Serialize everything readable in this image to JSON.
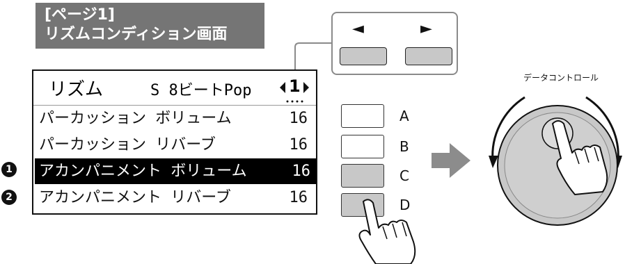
{
  "title": {
    "line1": "[ページ1]",
    "line2": "リズムコンディション画面"
  },
  "pager": {
    "left_glyph": "◄",
    "right_glyph": "►"
  },
  "lcd": {
    "header": {
      "label": "リズム",
      "rhythm_name": "S 8ビートPop",
      "page_number": "1"
    },
    "rows": [
      {
        "label": "パーカッション ボリューム",
        "value": "16",
        "selected": false
      },
      {
        "label": "パーカッション リバーブ",
        "value": "16",
        "selected": false
      },
      {
        "label": "アカンパニメント ボリューム",
        "value": "16",
        "selected": true
      },
      {
        "label": "アカンパニメント リバーブ",
        "value": "16",
        "selected": false
      }
    ]
  },
  "side_buttons": [
    {
      "letter": "A",
      "color": "#ffffff"
    },
    {
      "letter": "B",
      "color": "#ffffff"
    },
    {
      "letter": "C",
      "color": "#c8c8c8"
    },
    {
      "letter": "D",
      "color": "#c8c8c8"
    }
  ],
  "badges": [
    "1",
    "2"
  ],
  "dial": {
    "label": "データコントロール"
  },
  "icons": {
    "hand": "pointing-hand-icon",
    "arrow": "right-arrow-icon"
  },
  "colors": {
    "title_bg": "#757575",
    "button_gray": "#c8c8c8",
    "arrow_gray": "#8c8c8c",
    "highlight": "#000000"
  }
}
